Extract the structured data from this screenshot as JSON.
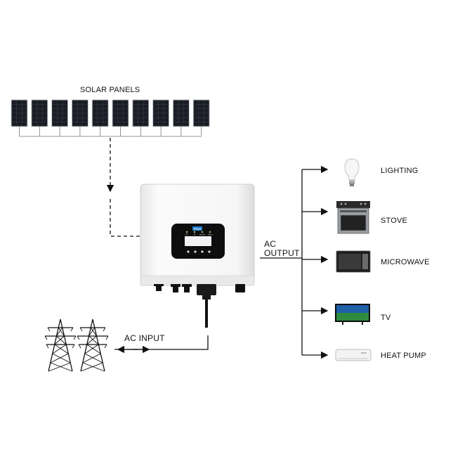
{
  "labels": {
    "solar_panels": "SOLAR PANELS",
    "ac_output_line1": "AC",
    "ac_output_line2": "OUTPUT",
    "ac_input": "AC INPUT"
  },
  "loads": [
    {
      "name": "LIGHTING",
      "icon": "light-bulb-icon"
    },
    {
      "name": "STOVE",
      "icon": "stove-icon"
    },
    {
      "name": "MICROWAVE",
      "icon": "microwave-icon"
    },
    {
      "name": "TV",
      "icon": "tv-icon"
    },
    {
      "name": "HEAT PUMP",
      "icon": "heat-pump-icon"
    }
  ],
  "panel_count": 10,
  "tower_count": 2,
  "inverter": {
    "brand": "Deye",
    "indicators": [
      "DC",
      "AC",
      "Normal",
      "Alarm"
    ]
  },
  "colors": {
    "line": "#111111",
    "panel_cell": "#1a1d24",
    "panel_frame": "#c8ccd2",
    "inverter_body": "#f4f4f4",
    "display_bezel": "#0d0d0d",
    "brand_badge": "#1f7fcf"
  }
}
